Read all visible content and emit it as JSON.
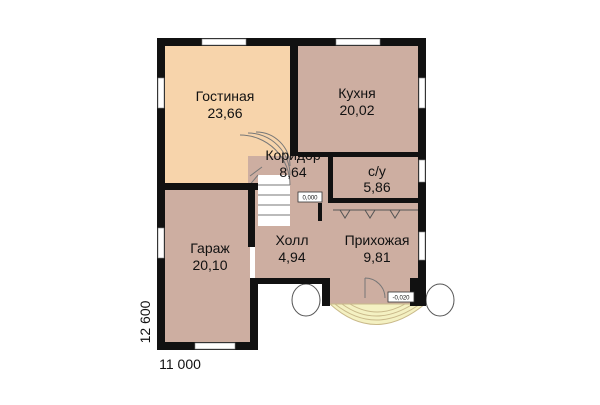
{
  "plan": {
    "rooms": [
      {
        "key": "living",
        "name": "Гостиная",
        "area": "23,66"
      },
      {
        "key": "kitchen",
        "name": "Кухня",
        "area": "20,02"
      },
      {
        "key": "corridor",
        "name": "Коридор",
        "area": "8,64"
      },
      {
        "key": "wc",
        "name": "с/у",
        "area": "5,86"
      },
      {
        "key": "garage",
        "name": "Гараж",
        "area": "20,10"
      },
      {
        "key": "hall",
        "name": "Холл",
        "area": "4,94"
      },
      {
        "key": "entrance",
        "name": "Прихожая",
        "area": "9,81"
      }
    ],
    "level_marks": [
      "0,000",
      "-0,020"
    ],
    "dimensions": {
      "width": "11 000",
      "height": "12 600"
    },
    "colors": {
      "wall": "#111111",
      "living_floor": "#f7d4ab",
      "floor": "#cdaea1",
      "porch": "#f4f1c2",
      "stairs": "#ffffff"
    }
  }
}
